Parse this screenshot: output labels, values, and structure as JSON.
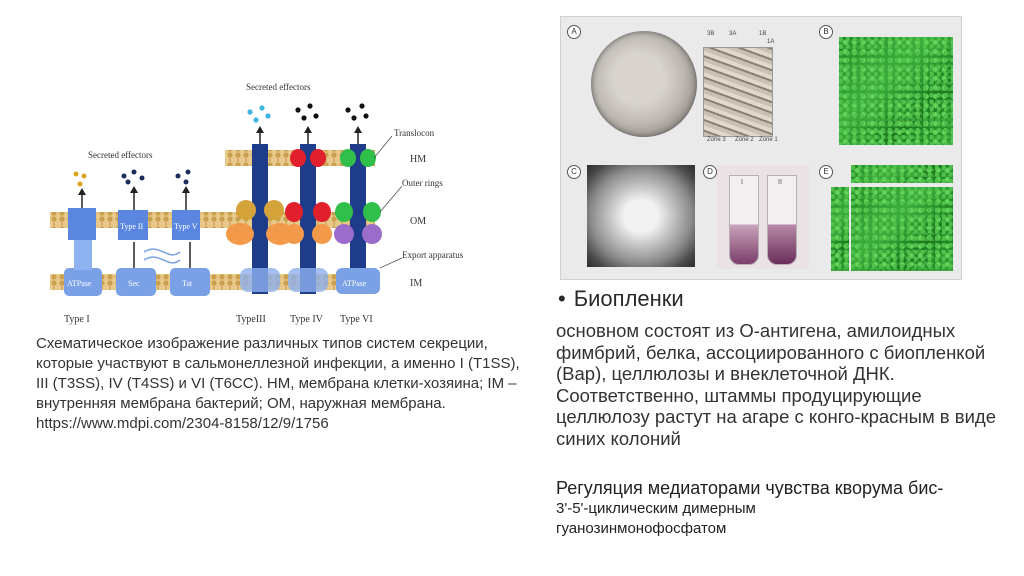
{
  "diagram": {
    "secreted_effectors_left": "Secreted effectors",
    "secreted_effectors_right": "Secreted effectors",
    "translocon": "Translocon",
    "outer_rings": "Outer rings",
    "export_apparatus": "Export apparatus",
    "hm": "HM",
    "om": "OM",
    "im": "IM",
    "type2_box": "Type II",
    "type5_box": "Type V",
    "atpase": "ATPase",
    "sec": "Sec",
    "tat": "Tat",
    "atpase_t6": "ATPase",
    "type1": "Type I",
    "type3": "TypeIII",
    "type4": "Type IV",
    "type6": "Type VI"
  },
  "caption": "Схематическое изображение различных типов систем секреции, которые участвуют в сальмонеллезной инфекции, а именно I (T1SS), III (T3SS), IV (T4SS) и VI (T6CC). HM, мембрана клетки-хозяина; IM – внутренняя мембрана бактерий; ОМ, наружная мембрана. https://www.mdpi.com/2304-8158/12/9/1756",
  "figure": {
    "letters": [
      "A",
      "B",
      "C",
      "D",
      "E"
    ],
    "zone_labels": [
      "3B",
      "3A",
      "1B",
      "1A"
    ],
    "zone_bottom": [
      "Zone 3",
      "Zone 2",
      "Zone 1"
    ],
    "tube_labels": [
      "I",
      "II"
    ]
  },
  "bullet": "•",
  "heading": "Биопленки",
  "body": "основном состоят из О-антигена, амилоидных фимбрий, белка, ассоциированного с биопленкой (Bap), целлюлозы и внеклеточной ДНК. Соответственно, штаммы продуцирующие целлюлозу растут на агаре с конго-красным в виде синих колоний",
  "sub_line1": "Регуляция медиаторами чувства кворума бис-",
  "sub_line2": "3'-5'-циклическим димерным",
  "sub_line3": "гуанозинмонофосфатом"
}
